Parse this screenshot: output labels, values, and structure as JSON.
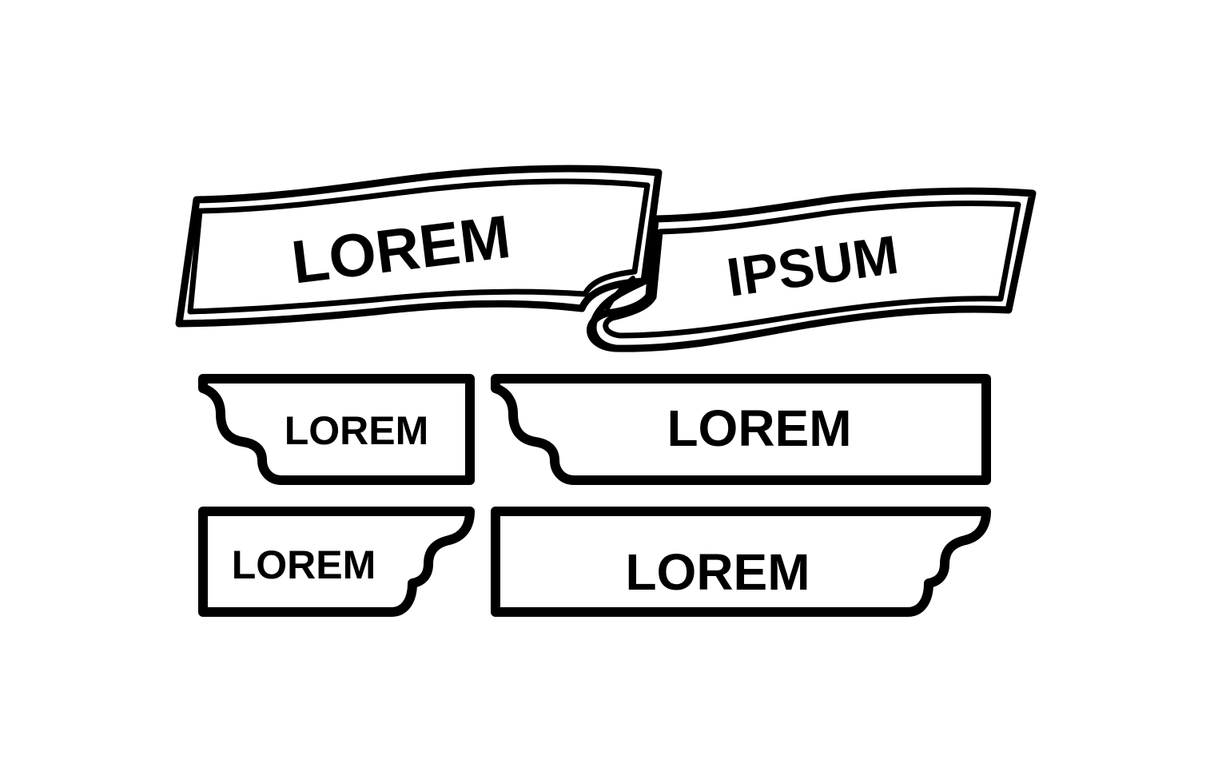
{
  "colors": {
    "background": "#ffffff",
    "ink": "#000000"
  },
  "ribbon": {
    "left_text": "LOREM",
    "right_text": "IPSUM"
  },
  "labels": {
    "top_left": "LOREM",
    "top_right": "LOREM",
    "bottom_left": "LOREM",
    "bottom_right": "LOREM"
  }
}
